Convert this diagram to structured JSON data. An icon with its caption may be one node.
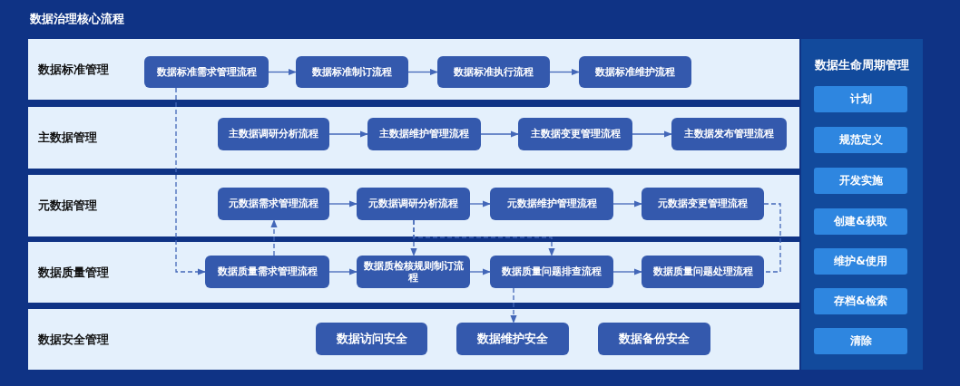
{
  "diagram": {
    "title": "数据治理核心流程",
    "nodes": [
      {
        "text": [
          "数据标准管理"
        ]
      },
      {
        "text": [
          "数据标准需求管理流程"
        ],
        "in": 0
      },
      {
        "text": [
          "数据标准制订流程"
        ],
        "in": 0
      },
      {
        "text": [
          "数据标准执行流程"
        ],
        "in": 0
      },
      {
        "text": [
          "数据标准维护流程"
        ],
        "in": 0
      },
      {
        "text": [
          "主数据管理"
        ]
      },
      {
        "text": [
          "主数据调研分析流程"
        ],
        "in": 5
      },
      {
        "text": [
          "主数据维护管理流程"
        ],
        "in": 5
      },
      {
        "text": [
          "主数据变更管理流程"
        ],
        "in": 5
      },
      {
        "text": [
          "主数据发布管理流程"
        ],
        "in": 5
      },
      {
        "text": [
          "元数据管理"
        ]
      },
      {
        "text": [
          "元数据需求管理流程"
        ],
        "in": 10
      },
      {
        "text": [
          "元数据调研分析流程"
        ],
        "in": 10
      },
      {
        "text": [
          "元数据维护管理流程"
        ],
        "in": 10
      },
      {
        "text": [
          "元数据变更管理流程"
        ],
        "in": 10
      },
      {
        "text": [
          "数据质量管理"
        ]
      },
      {
        "text": [
          "数据质量需求管理流程"
        ],
        "in": 15
      },
      {
        "text": [
          "数据质检核规则制订流程"
        ],
        "in": 15
      },
      {
        "text": [
          "数据质量问题排查流程"
        ],
        "in": 15
      },
      {
        "text": [
          "数据质量问题处理流程"
        ],
        "in": 15
      },
      {
        "text": [
          "数据安全管理"
        ]
      },
      {
        "text": [
          "数据访问安全"
        ],
        "in": 20
      },
      {
        "text": [
          "数据维护安全"
        ],
        "in": 20
      },
      {
        "text": [
          "数据备份安全"
        ],
        "in": 20
      },
      {
        "text": [
          "数据生命周期管理"
        ]
      },
      {
        "text": [
          "计划"
        ],
        "in": 24
      },
      {
        "text": [
          "规范定义"
        ],
        "in": 24
      },
      {
        "text": [
          "开发实施"
        ],
        "in": 24
      },
      {
        "text": [
          "创建&获取"
        ],
        "in": 24
      },
      {
        "text": [
          "维护&使用"
        ],
        "in": 24
      },
      {
        "text": [
          "存档&检索"
        ],
        "in": 24
      },
      {
        "text": [
          "清除"
        ],
        "in": 24
      }
    ],
    "edges": [
      {
        "from": 1,
        "to": 2,
        "arrow": "to"
      },
      {
        "from": 2,
        "to": 3,
        "arrow": "to"
      },
      {
        "from": 3,
        "to": 4,
        "arrow": "to"
      },
      {
        "from": 6,
        "to": 7,
        "arrow": "to"
      },
      {
        "from": 7,
        "to": 8,
        "arrow": "to"
      },
      {
        "from": 8,
        "to": 9,
        "arrow": "to"
      },
      {
        "from": 11,
        "to": 12,
        "arrow": "to"
      },
      {
        "from": 12,
        "to": 13,
        "arrow": "to"
      },
      {
        "from": 13,
        "to": 14,
        "arrow": "to"
      },
      {
        "from": 16,
        "to": 17,
        "arrow": "to"
      },
      {
        "from": 17,
        "to": 18,
        "arrow": "to"
      },
      {
        "from": 18,
        "to": 19,
        "arrow": "to"
      },
      {
        "from": 1,
        "to": 16,
        "arrow": "to",
        "style": "dashed"
      },
      {
        "from": 16,
        "to": 11,
        "arrow": "to",
        "style": "dashed"
      },
      {
        "from": 12,
        "to": 17,
        "arrow": "to",
        "style": "dashed"
      },
      {
        "from": 12,
        "to": 18,
        "arrow": "to",
        "style": "dashed"
      },
      {
        "from": 14,
        "to": 19,
        "arrow": "none",
        "style": "dashed"
      },
      {
        "from": 18,
        "to": 22,
        "arrow": "to",
        "style": "dashed"
      }
    ]
  }
}
